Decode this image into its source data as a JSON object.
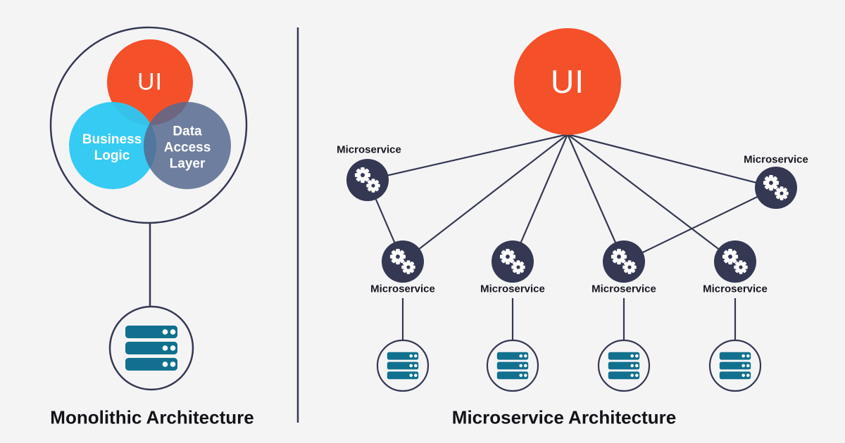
{
  "palette": {
    "background": "#f4f4f5",
    "orange": "#f4502a",
    "cyan": "#2bc8f2",
    "slate": "#56698f",
    "navy": "#343852",
    "teal": "#11708e",
    "text_dark": "#121219"
  },
  "monolith": {
    "title": "Monolithic Architecture",
    "ui_label": "UI",
    "business_logic_lines": [
      "Business",
      "Logic"
    ],
    "data_access_lines": [
      "Data",
      "Access",
      "Layer"
    ]
  },
  "microservices": {
    "title": "Microservice Architecture",
    "ui_label": "UI",
    "labels": [
      "Microservice",
      "Microservice",
      "Microservice",
      "Microservice",
      "Microservice",
      "Microservice"
    ]
  }
}
